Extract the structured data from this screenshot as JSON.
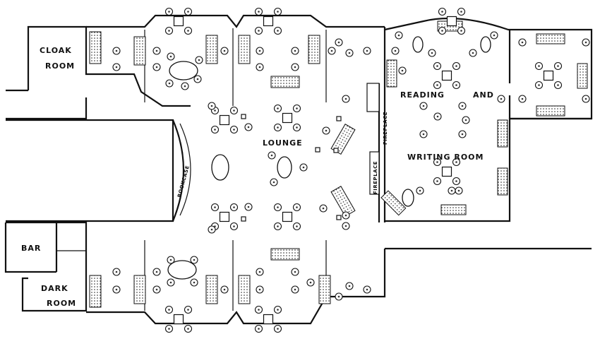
{
  "plan": {
    "rooms": {
      "cloak_room_line1": "CLOAK",
      "cloak_room_line2": "ROOM",
      "lounge": "LOUNGE",
      "reading_line1a": "READING",
      "reading_line1b": "AND",
      "reading_line2": "WRITING ROOM",
      "bar": "BAR",
      "dark_room_line1": "DARK",
      "dark_room_line2": "ROOM"
    },
    "features": {
      "bookcase": "BOOKCASE",
      "fireplace": "FIREPLACE",
      "fireplace2": "FIREPLACE"
    }
  }
}
